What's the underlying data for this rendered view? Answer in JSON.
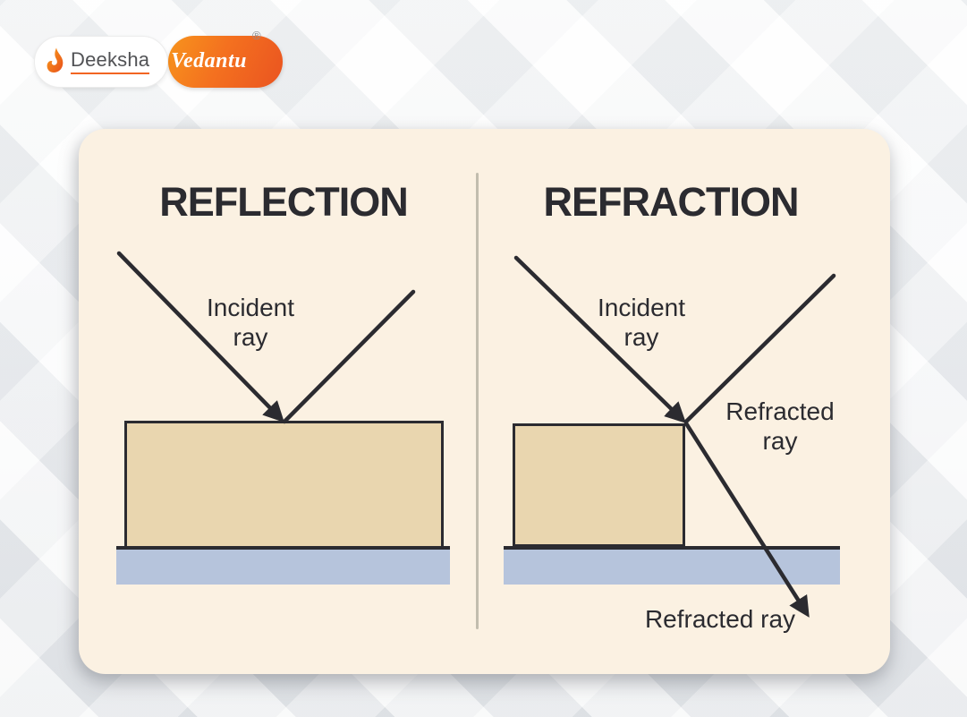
{
  "logo": {
    "brand_left": "Deeksha",
    "brand_right": "Vedantu",
    "registered_mark": "®"
  },
  "left_panel": {
    "title": "REFLECTION",
    "incident_label": [
      "Incident",
      "ray"
    ]
  },
  "right_panel": {
    "title": "REFRACTION",
    "incident_label": [
      "Incident",
      "ray"
    ],
    "refracted_label_side": [
      "Refracted",
      "ray"
    ],
    "refracted_label_bottom": "Refracted ray"
  },
  "colors": {
    "ink": "#2b2b30",
    "card": "#fbf1e2",
    "tan": "#e9d6af",
    "blue": "#b6c4dc",
    "accent": "#f26522",
    "accent2": "#f7941d",
    "gray-text": "#515255"
  }
}
